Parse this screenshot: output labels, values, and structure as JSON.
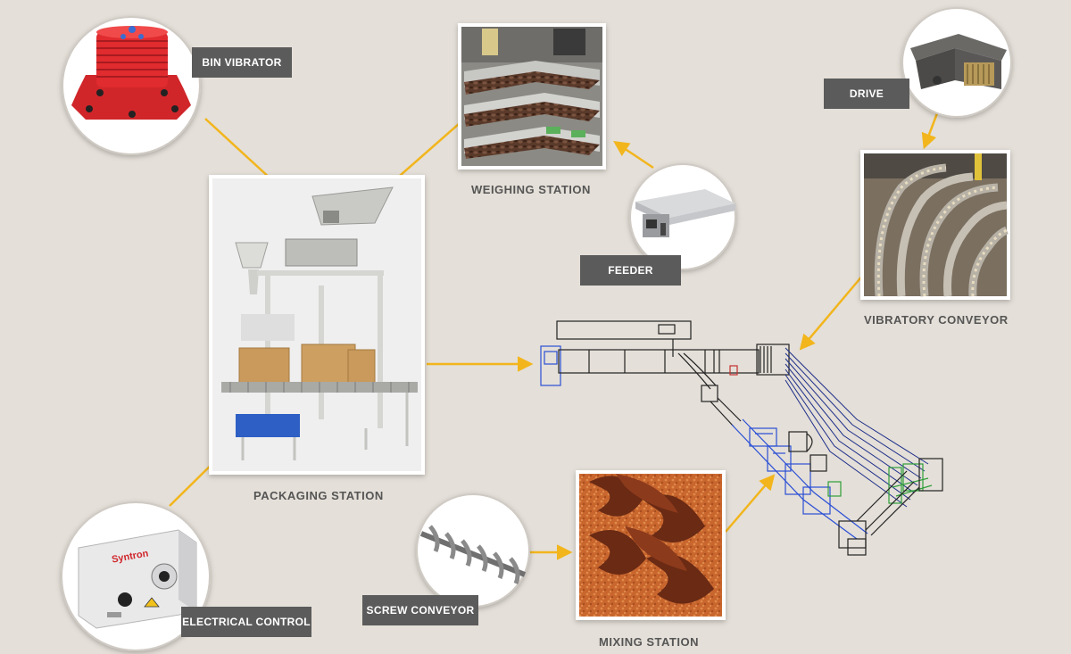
{
  "labels": {
    "bin_vibrator": "BIN VIBRATOR",
    "weighing_station": "WEIGHING STATION",
    "drive": "DRIVE",
    "feeder": "FEEDER",
    "vibratory_conveyor": "VIBRATORY CONVEYOR",
    "packaging_station": "PACKAGING STATION",
    "electrical_control": "ELECTRICAL CONTROL",
    "screw_conveyor": "SCREW CONVEYOR",
    "mixing_station": "MIXING STATION"
  },
  "brand": {
    "control_box_logo": "Syntron"
  },
  "colors": {
    "background": "#e4dfd8",
    "arrow": "#f2b51c",
    "tag_fill": "#5b5b5b",
    "tag_text": "#ffffff",
    "caption_text": "#555555",
    "cad_blue": "#2a4fd6",
    "cad_green": "#2f9e3a"
  }
}
